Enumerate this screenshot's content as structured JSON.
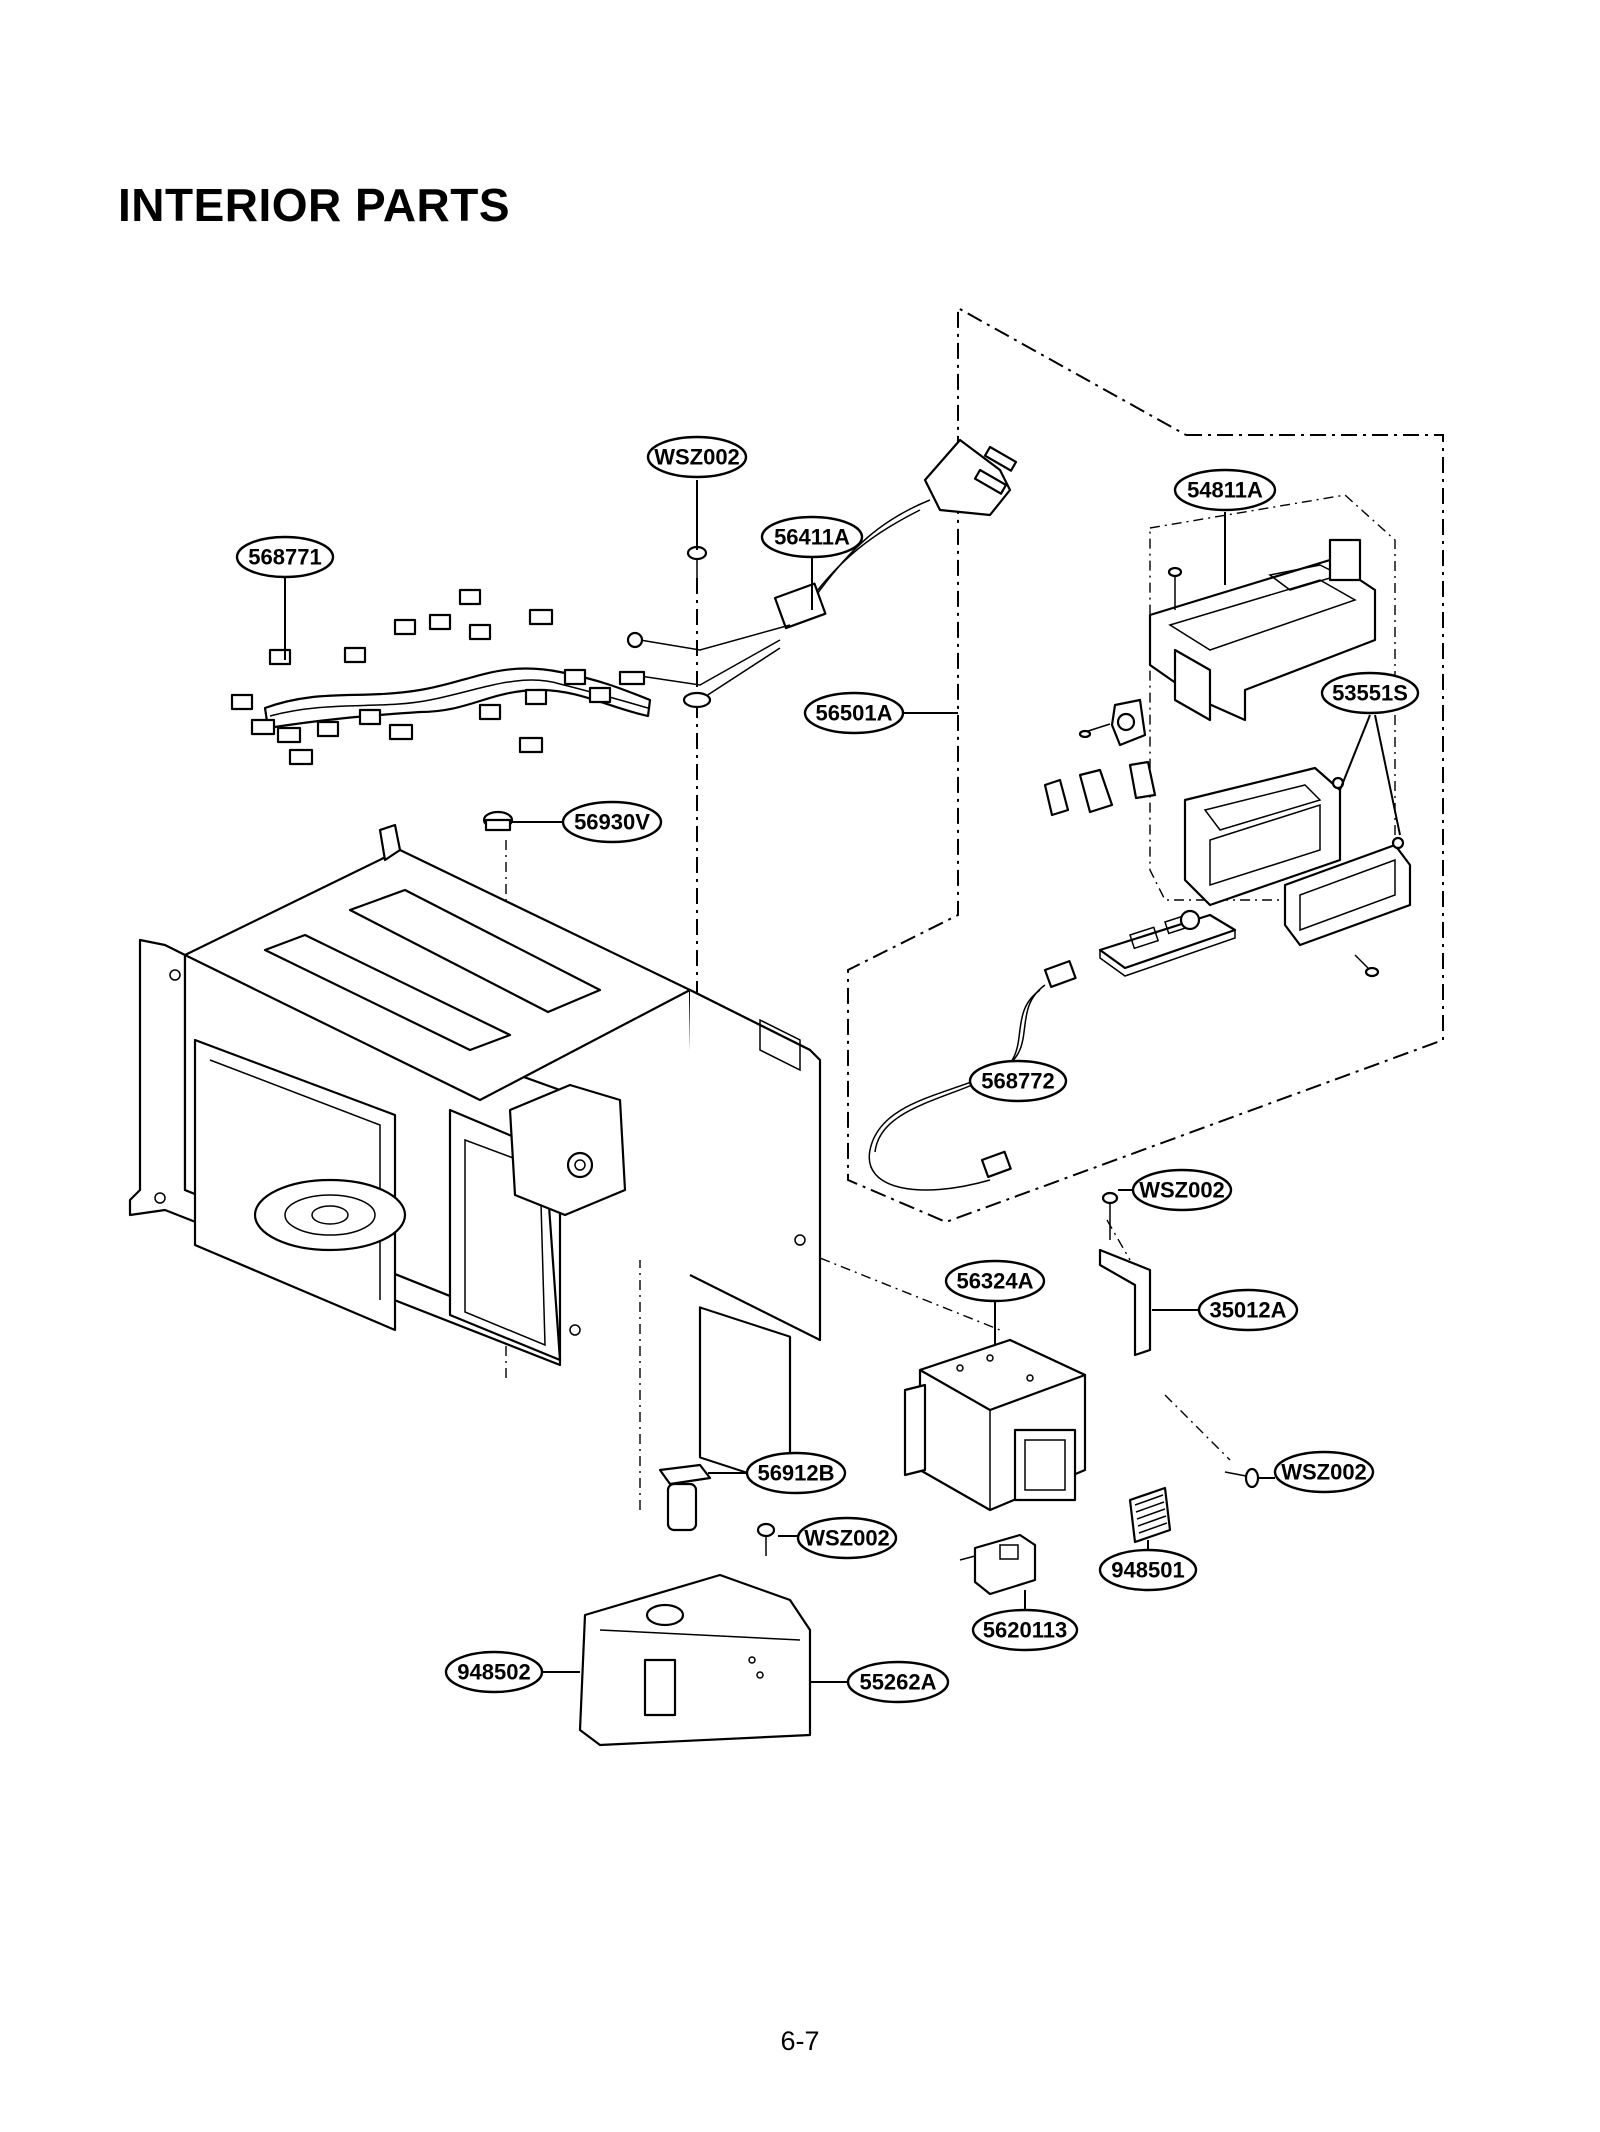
{
  "page": {
    "title": "INTERIOR PARTS",
    "page_number": "6-7"
  },
  "callouts": {
    "wsz002_top": "WSZ002",
    "p568771": "568771",
    "p56411A": "56411A",
    "p54811A": "54811A",
    "p53551S": "53551S",
    "p56501A": "56501A",
    "p56930V": "56930V",
    "p568772": "568772",
    "wsz002_bracket": "WSZ002",
    "p56324A": "56324A",
    "p35012A": "35012A",
    "p56912B": "56912B",
    "wsz002_magnetron": "WSZ002",
    "wsz002_motor": "WSZ002",
    "p948501": "948501",
    "p5620113": "5620113",
    "p948502": "948502",
    "p55262A": "55262A"
  }
}
